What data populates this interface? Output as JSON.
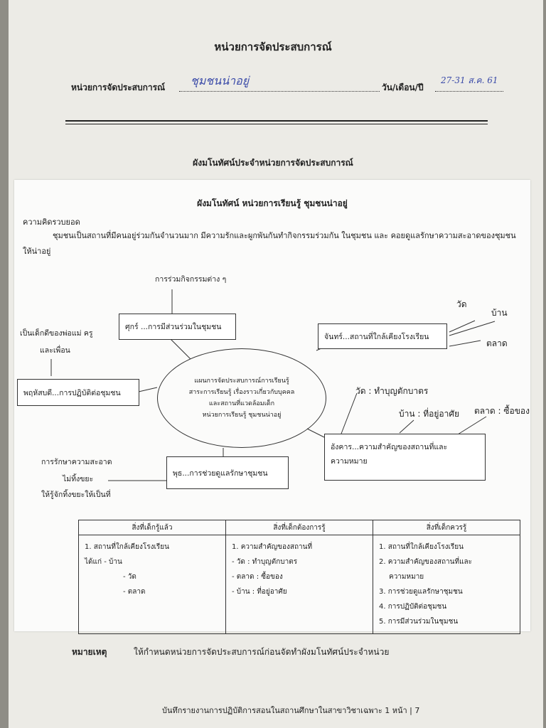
{
  "header": {
    "title": "หน่วยการจัดประสบการณ์",
    "unit_label": "หน่วยการจัดประสบการณ์",
    "unit_name": "ชุมชนน่าอยู่",
    "date_label": "วัน/เดือน/ปี",
    "date_value": "27-31 ส.ค. 61",
    "subtitle": "ผังมโนทัศน์ประจำหน่วยการจัดประสบการณ์"
  },
  "map": {
    "title": "ผังมโนทัศน์ หน่วยการเรียนรู้  ชุมชนน่าอยู่",
    "concept_label": "ความคิดรวบยอด",
    "concept_text": "ชุมชนเป็นสถานที่มีคนอยู่ร่วมกันจำนวนมาก มีความรักและผูกพันกันทำกิจกรรมร่วมกัน ในชุมชน และ คอยดูแลรักษาความสะอาดของชุมชนให้น่าอยู่",
    "center": {
      "line1": "แผนการจัดประสบการณ์การเรียนรู้",
      "line2": "สาระการเรียนรู้ เรื่องราวเกี่ยวกับบุคคล",
      "line3": "และสถานที่แวดล้อมเด็ก",
      "line4": "หน่วยการเรียนรู้ ชุมชนน่าอยู่"
    },
    "friday": {
      "box": "ศุกร์ ...การมีส่วนร่วมในชุมชน",
      "sub": "การร่วมกิจกรรมต่าง ๆ"
    },
    "monday": {
      "box": "จันทร์...สถานที่ใกล้เคียงโรงเรียน",
      "sub1": "วัด",
      "sub2": "บ้าน",
      "sub3": "ตลาด"
    },
    "thursday": {
      "box": "พฤหัสบดี...การปฏิบัติต่อชุมชน",
      "sub_line1": "เป็นเด็กดีของพ่อแม่ ครู",
      "sub_line2": "และเพื่อน"
    },
    "tuesday": {
      "box_line1": "อังคาร...ความสำคัญของสถานที่และ",
      "box_line2": "ความหมาย",
      "sub1": "วัด : ทำบุญตักบาตร",
      "sub2": "บ้าน  : ที่อยู่อาศัย",
      "sub3": "ตลาด : ซื้อของ"
    },
    "wednesday": {
      "box": "พุธ...การช่วยดูแลรักษาชุมชน",
      "sub1": "การรักษาความสะอาด",
      "sub2": "ไม่ทิ้งขยะ",
      "sub3": "ให้รู้จักทิ้งขยะให้เป็นที่"
    }
  },
  "table": {
    "headers": [
      "สิ่งที่เด็กรู้แล้ว",
      "สิ่งที่เด็กต้องการรู้",
      "สิ่งที่เด็กควรรู้"
    ],
    "col1": [
      "1. สถานที่ใกล้เคียงโรงเรียน",
      "ได้แก่  -      บ้าน",
      "-         วัด",
      "-         ตลาด"
    ],
    "col2": [
      "1. ความสำคัญของสถานที่",
      "-  วัด  : ทำบุญตักบาตร",
      "-  ตลาด  :  ซื้อของ",
      "-  บ้าน     :  ที่อยู่อาศัย"
    ],
    "col3": [
      "1. สถานที่ใกล้เคียงโรงเรียน",
      "2. ความสำคัญของสถานที่และ",
      "ความหมาย",
      "3. การช่วยดูแลรักษาชุมชน",
      "4. การปฏิบัติต่อชุมชน",
      "5. การมีส่วนร่วมในชุมชน"
    ]
  },
  "note": {
    "label": "หมายเหตุ",
    "text": "ให้กำหนดหน่วยการจัดประสบการณ์ก่อนจัดทำผังมโนทัศน์ประจำหน่วย"
  },
  "footer": "บันทึกรายงานการปฏิบัติการสอนในสถานศึกษาในสาขาวิชาเฉพาะ 1   หน้า |   7"
}
